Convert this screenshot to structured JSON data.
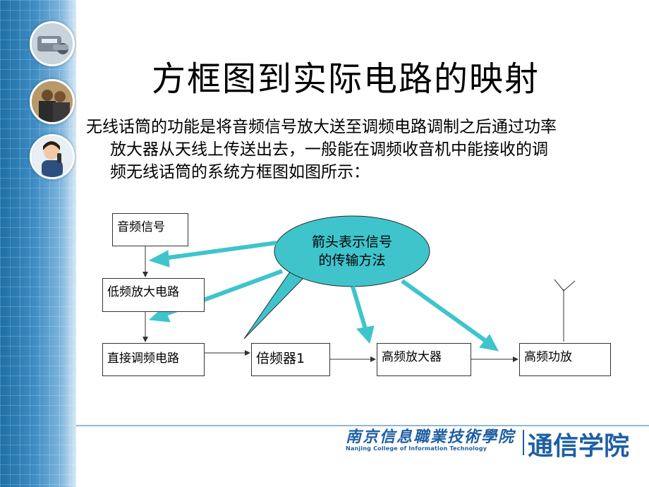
{
  "slide": {
    "title": "方框图到实际电路的映射",
    "intro": {
      "line1": "无线话筒的功能是将音频信号放大送至调频电路调制之后通过功率",
      "line2": "放大器从天线上传送出去，一般能在调频收音机中能接收的调",
      "line3": "频无线话筒的系统方框图如图所示："
    }
  },
  "diagram": {
    "blocks": {
      "audio_signal": "音频信号",
      "low_freq_amp": "低频放大电路",
      "direct_fm": "直接调频电路",
      "freq_multiplier": "倍频器1",
      "rf_amp": "高频放大器",
      "rf_power_amp": "高频功放"
    },
    "callout": {
      "line1": "箭头表示信号",
      "line2": "的传输方法"
    },
    "colors": {
      "callout_fill": "#3fc4cc",
      "arrow_color": "#3fc4cc",
      "line_color": "#333333"
    }
  },
  "footer": {
    "school_cn": "南京信息職業技術學院",
    "school_en": "Nanjing College of Information Technology",
    "department": "通信学院",
    "brand_color": "#1e5fa3"
  }
}
